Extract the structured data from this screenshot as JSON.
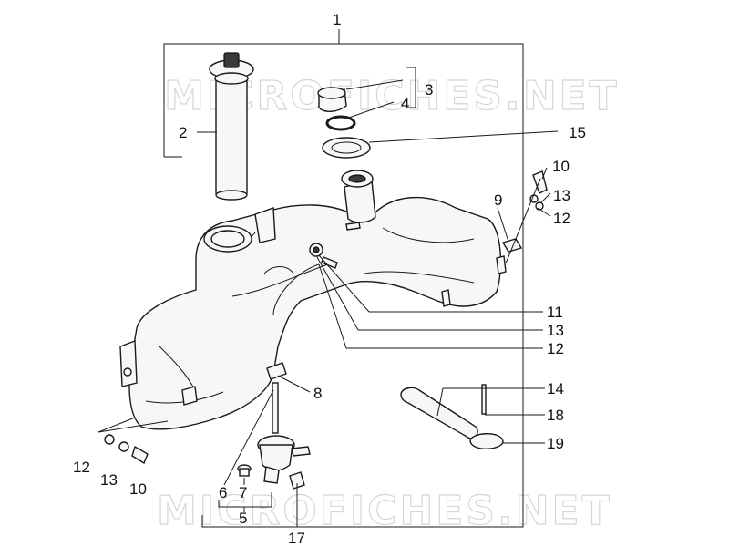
{
  "watermark": "MICROFICHES.NET",
  "callouts": {
    "c1": "1",
    "c2": "2",
    "c3": "3",
    "c4": "4",
    "c15": "15",
    "c10a": "10",
    "c13a": "13",
    "c12a": "12",
    "c9": "9",
    "c11": "11",
    "c13b": "13",
    "c12b": "12",
    "c8": "8",
    "c14": "14",
    "c18": "18",
    "c19": "19",
    "c12c": "12",
    "c13c": "13",
    "c10c": "10",
    "c6": "6",
    "c7": "7",
    "c5": "5",
    "c17": "17"
  }
}
